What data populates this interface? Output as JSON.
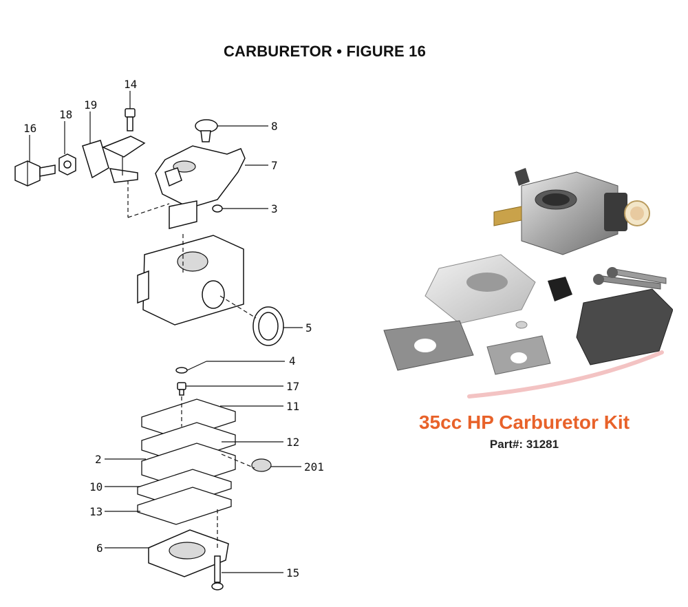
{
  "title": "CARBURETOR  •  FIGURE 16",
  "callouts": [
    {
      "id": "c14",
      "text": "14"
    },
    {
      "id": "c19",
      "text": "19"
    },
    {
      "id": "c18",
      "text": "18"
    },
    {
      "id": "c16",
      "text": "16"
    },
    {
      "id": "c8",
      "text": "8"
    },
    {
      "id": "c7",
      "text": "7"
    },
    {
      "id": "c3",
      "text": "3"
    },
    {
      "id": "c5",
      "text": "5"
    },
    {
      "id": "c4",
      "text": "4"
    },
    {
      "id": "c17",
      "text": "17"
    },
    {
      "id": "c11",
      "text": "11"
    },
    {
      "id": "c12",
      "text": "12"
    },
    {
      "id": "c2",
      "text": "2"
    },
    {
      "id": "c201",
      "text": "201"
    },
    {
      "id": "c10",
      "text": "10"
    },
    {
      "id": "c13",
      "text": "13"
    },
    {
      "id": "c6",
      "text": "6"
    },
    {
      "id": "c15",
      "text": "15"
    }
  ],
  "kit": {
    "title": "35cc HP Carburetor Kit",
    "part_number": "Part#: 31281",
    "title_color": "#e8622a"
  }
}
